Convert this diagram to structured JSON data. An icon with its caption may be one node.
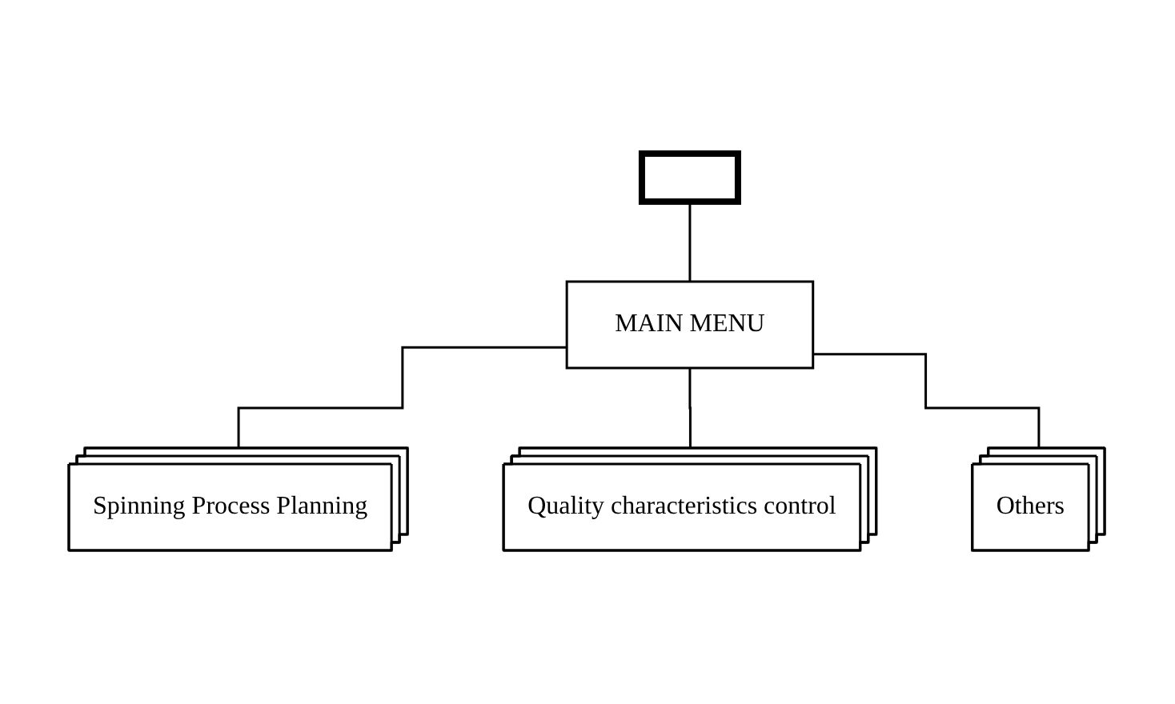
{
  "diagram": {
    "nodes": [
      {
        "text": [],
        "shape": "box"
      },
      {
        "text": [
          "MAIN MENU"
        ]
      },
      {
        "text": [
          "Spinning Process Planning"
        ]
      },
      {
        "text": [
          "Quality characteristics control"
        ]
      },
      {
        "text": [
          "Others"
        ]
      }
    ],
    "edges": [
      {
        "from": 0,
        "to": 1,
        "arrow": "none"
      },
      {
        "from": 1,
        "to": 2,
        "arrow": "none"
      },
      {
        "from": 1,
        "to": 3,
        "arrow": "none"
      },
      {
        "from": 1,
        "to": 4,
        "arrow": "none"
      }
    ]
  }
}
